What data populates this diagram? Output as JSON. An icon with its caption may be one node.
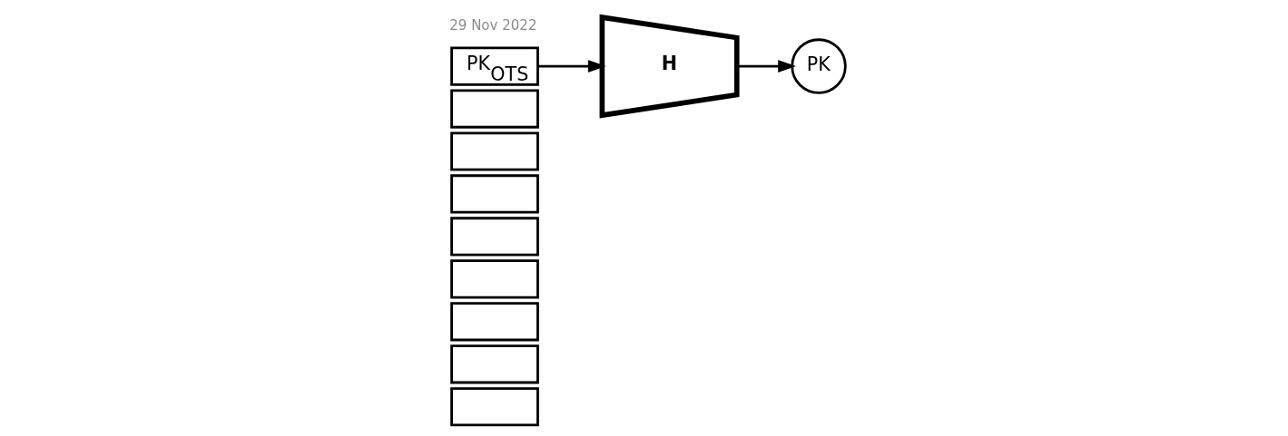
{
  "diagram": {
    "nodes": [
      {
        "text": [],
        "shape": "box"
      },
      {
        "text": [],
        "shape": "box"
      },
      {
        "text": [],
        "shape": "box"
      },
      {
        "text": [],
        "shape": "box"
      },
      {
        "text": [],
        "shape": "box"
      },
      {
        "text": [],
        "shape": "box"
      },
      {
        "text": [],
        "shape": "box"
      },
      {
        "text": [],
        "shape": "box"
      },
      {
        "text": [
          "PK$_{OTS}$"
        ]
      },
      {
        "text": [
          "H"
        ]
      },
      {
        "text": [
          "PK"
        ]
      }
    ],
    "edges": [
      {
        "from": 8,
        "to": 9,
        "arrow": "to"
      },
      {
        "from": 9,
        "to": 10,
        "arrow": "to"
      }
    ],
    "labels": [
      "29 Nov 2022"
    ]
  }
}
